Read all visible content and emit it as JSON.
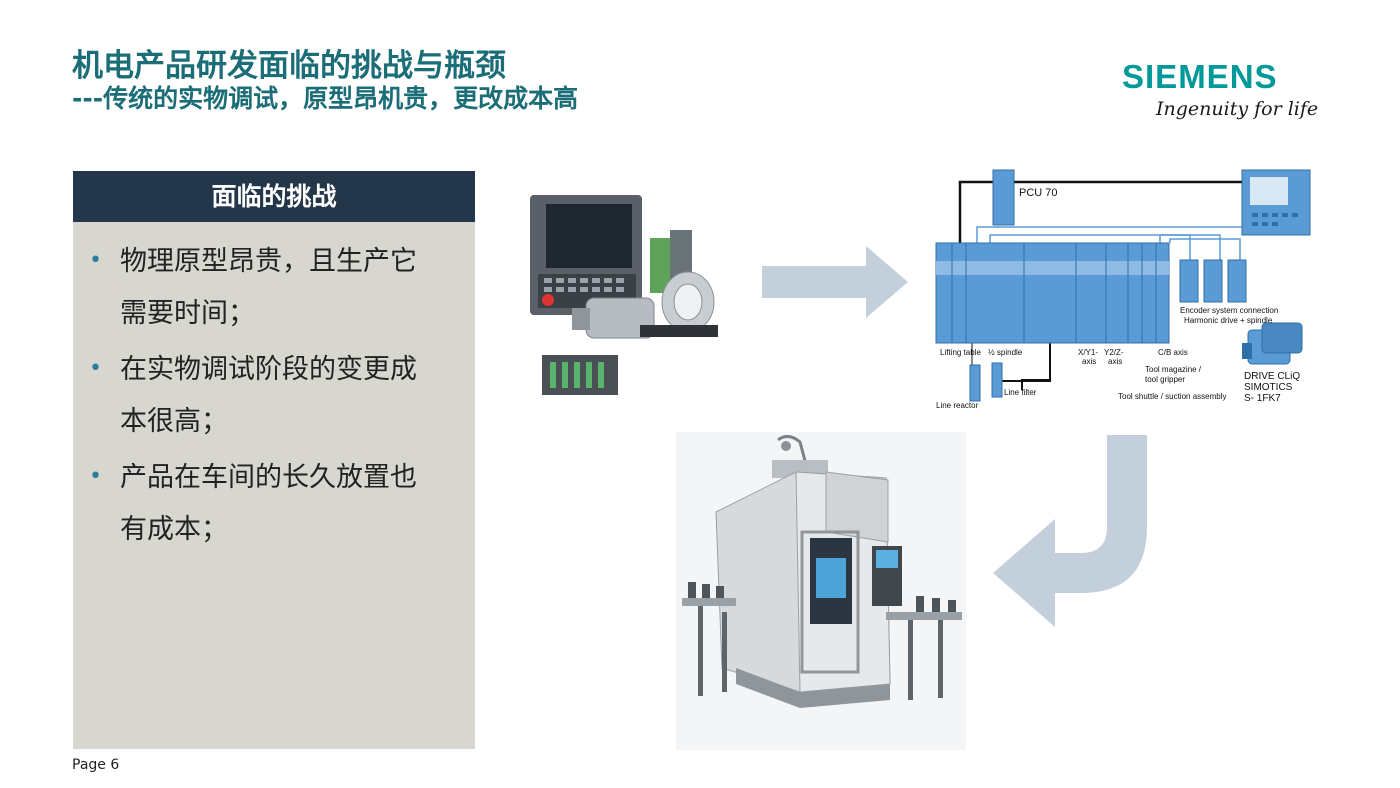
{
  "slide": {
    "title": "机电产品研发面临的挑战与瓶颈",
    "subtitle": "---传统的实物调试，原型昂机贵，更改成本高",
    "page_label": "Page 6"
  },
  "logo": {
    "wordmark": "SIEMENS",
    "tagline": "Ingenuity for life"
  },
  "panel": {
    "heading": "面临的挑战",
    "bullets": [
      {
        "line1": "物理原型昂贵，且生产它",
        "line2": "需要时间；"
      },
      {
        "line1": "在实物调试阶段的变更成",
        "line2": "本很高；"
      },
      {
        "line1": "产品在车间的长久放置也",
        "line2": "有成本；"
      }
    ]
  },
  "diagram": {
    "pcu_label": "PCU 70",
    "lifting_table": "Lifting table",
    "half_spindle": "½ spindle",
    "xy_axis": "X/Y1-",
    "xy_axis2": "axis",
    "y2z_axis": "Y2/Z-",
    "y2z_axis2": "axis",
    "cb_axis": "C/B axis",
    "encoder": "Encoder  system connection",
    "harmonic": "Harmonic drive + spindle",
    "tool_magazine": "Tool magazine /",
    "tool_gripper": "tool gripper",
    "tool_shuttle": "Tool shuttle  / suction assembly",
    "line_reactor": "Line reactor",
    "line_filter": "Line filter",
    "drive_cliq": "DRIVE  CLiQ",
    "simotics": "SIMOTICS",
    "s1fk7": "S-  1FK7"
  },
  "colors": {
    "title": "#1b6d77",
    "brand": "#009999",
    "panel_head": "#23364a",
    "panel_bg": "#d7d6cf",
    "arrow": "#c3d0db",
    "module_blue": "#5b9bd5"
  }
}
